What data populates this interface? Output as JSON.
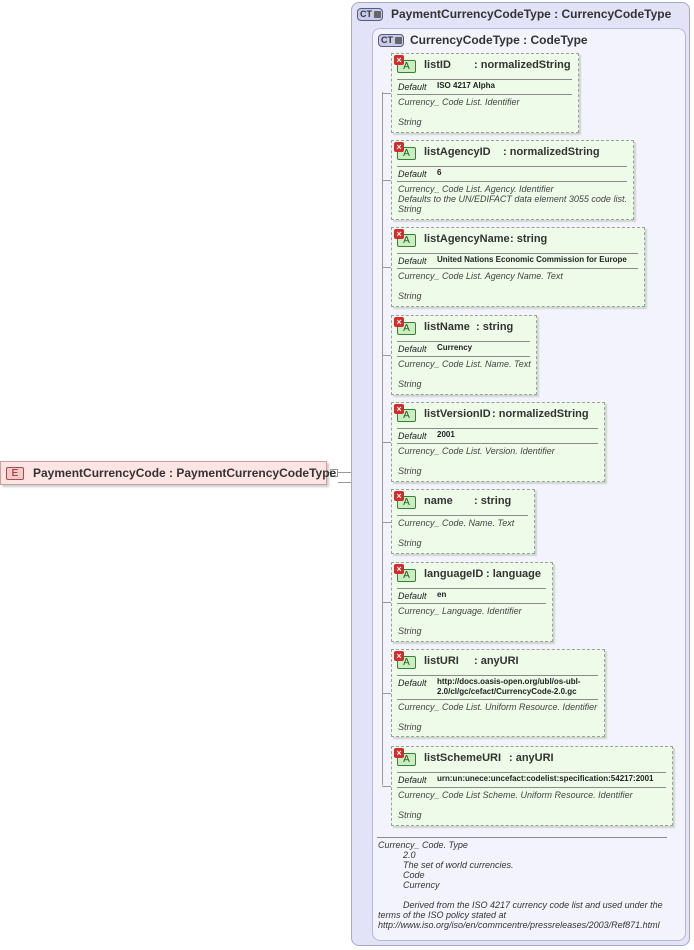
{
  "element": {
    "badge": "E",
    "label": "PaymentCurrencyCode : PaymentCurrencyCodeType"
  },
  "outer_type": {
    "badge": "CT",
    "label": "PaymentCurrencyCodeType : CurrencyCodeType"
  },
  "inner_type": {
    "badge": "CT",
    "label": "CurrencyCodeType : CodeType"
  },
  "attribute_icon": "A",
  "prohibited_mark": "×",
  "default_label": "Default",
  "attributes": [
    {
      "name": "listID",
      "type": ": normalizedString",
      "default": "ISO 4217 Alpha",
      "doc": [
        "Currency_ Code List. Identifier",
        "",
        "String"
      ]
    },
    {
      "name": "listAgencyID",
      "type": ": normalizedString",
      "default": "6",
      "doc": [
        "Currency_ Code List. Agency. Identifier",
        "Defaults to the UN/EDIFACT data element 3055 code list.",
        "String"
      ]
    },
    {
      "name": "listAgencyName",
      "type": ": string",
      "default": "United Nations Economic Commission for Europe",
      "doc": [
        "Currency_ Code List. Agency Name. Text",
        "",
        "String"
      ]
    },
    {
      "name": "listName",
      "type": ": string",
      "default": "Currency",
      "doc": [
        "Currency_ Code List. Name. Text",
        "",
        "String"
      ]
    },
    {
      "name": "listVersionID",
      "type": ": normalizedString",
      "default": "2001",
      "doc": [
        "Currency_ Code List. Version. Identifier",
        "",
        "String"
      ]
    },
    {
      "name": "name",
      "type": ": string",
      "default": null,
      "doc": [
        "Currency_ Code. Name. Text",
        "",
        "String"
      ]
    },
    {
      "name": "languageID",
      "type": ": language",
      "default": "en",
      "doc": [
        "Currency_ Language. Identifier",
        "",
        "String"
      ]
    },
    {
      "name": "listURI",
      "type": ": anyURI",
      "default": [
        "http://docs.oasis-open.org/ubl/os-ubl-",
        "2.0/cl/gc/cefact/CurrencyCode-2.0.gc"
      ],
      "doc": [
        "Currency_ Code List. Uniform Resource. Identifier",
        "",
        "String"
      ]
    },
    {
      "name": "listSchemeURI",
      "type": ": anyURI",
      "default": "urn:un:unece:uncefact:codelist:specification:54217:2001",
      "doc": [
        "Currency_ Code List Scheme. Uniform Resource. Identifier",
        "",
        "String"
      ]
    }
  ],
  "documentation": {
    "lines": [
      "Currency_ Code. Type",
      "2.0",
      "The set of world currencies.",
      "Code",
      "Currency",
      "",
      "Derived from the ISO 4217 currency code list and used under the",
      "terms of the ISO policy stated at",
      "http://www.iso.org/iso/en/commcentre/pressreleases/2003/Ref871.html"
    ]
  },
  "colors": {
    "element_bg": "#ffe4e4",
    "complex_type_outer_bg": "#e2e3f7",
    "complex_type_inner_bg": "#f3f3fd",
    "attribute_bg": "#eefbe8",
    "prohibited_mark": "#d62b2b"
  }
}
